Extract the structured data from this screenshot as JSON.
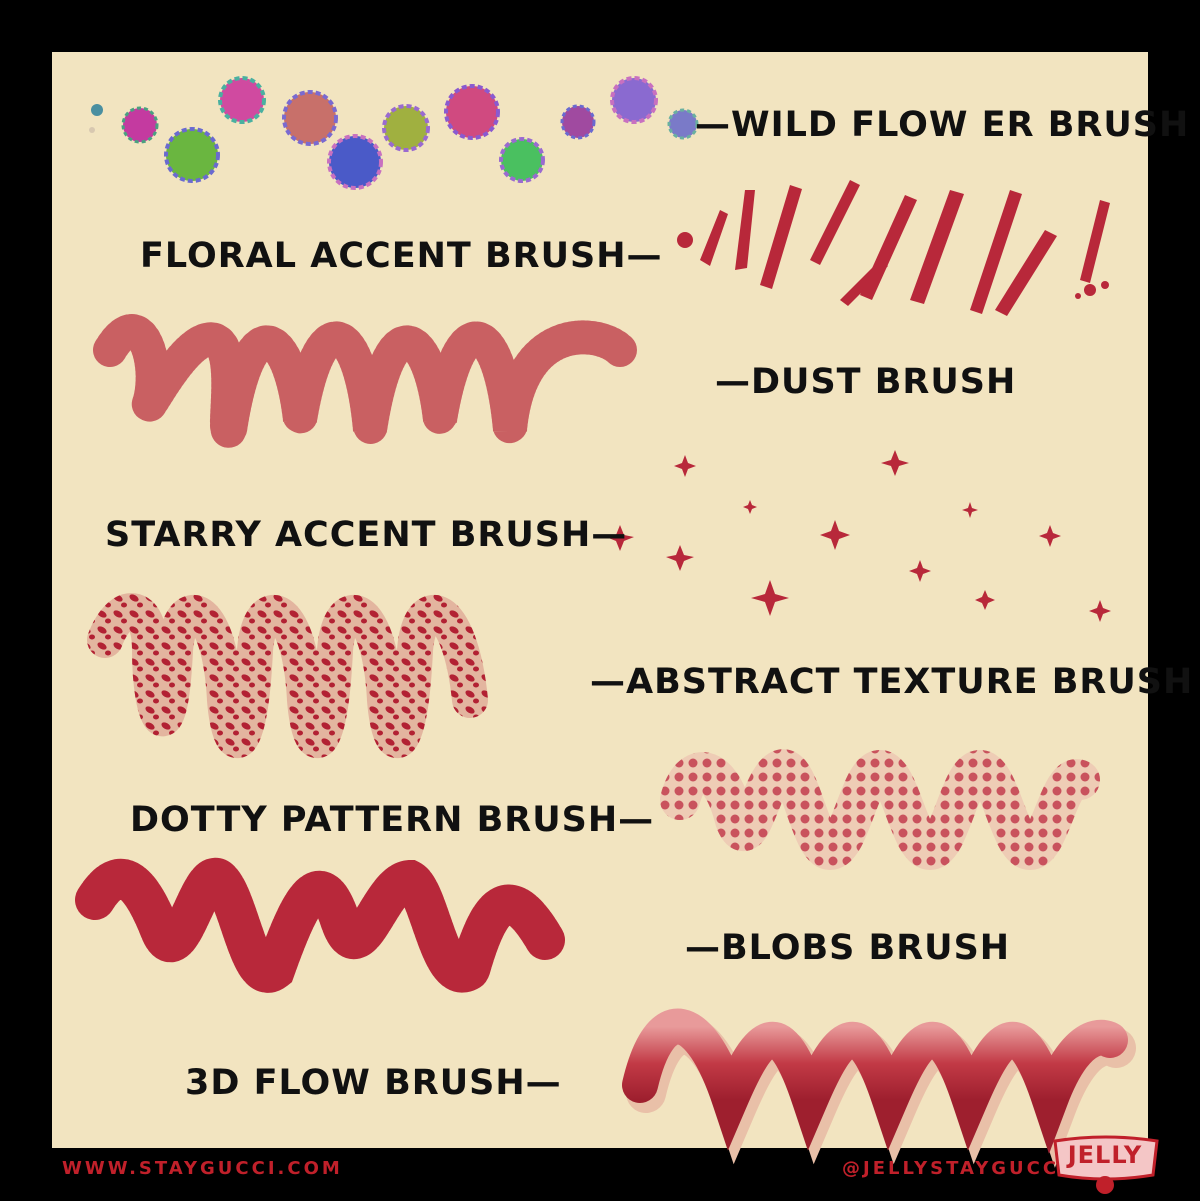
{
  "labels": {
    "wild_flower": "—WILD FLOW ER BRUSH",
    "floral_accent": "FLORAL ACCENT BRUSH—",
    "dust": "—DUST BRUSH",
    "starry_accent": "STARRY ACCENT BRUSH—",
    "abstract_texture": "—ABSTRACT TEXTURE BRUSH",
    "dotty_pattern": "DOTTY PATTERN BRUSH—",
    "blobs": "—BLOBS BRUSH",
    "flow_3d": "3D FLOW BRUSH—"
  },
  "footer": {
    "website": "WWW.STAYGUCCI.COM",
    "handle": "@JELLYSTAYGUCCI",
    "logo": "JELLY"
  },
  "colors": {
    "background": "#f2e4c0",
    "frame": "#000000",
    "brush_red": "#b8283a",
    "text": "#111111",
    "footer_red": "#c0202a"
  }
}
